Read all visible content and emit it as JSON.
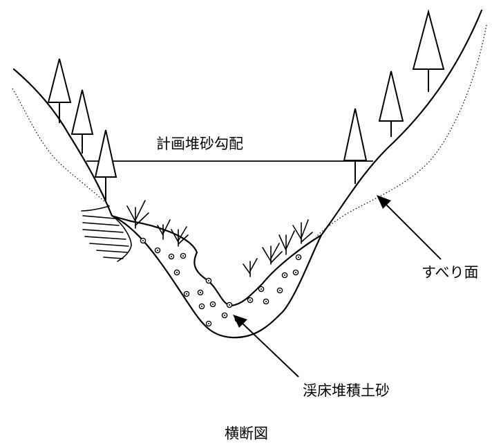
{
  "diagram": {
    "title": "横断図",
    "labels": {
      "planned_sediment_gradient": "計画堆砂勾配",
      "slip_surface": "すべり面",
      "riverbed_sediment": "渓床堆積土砂"
    }
  }
}
